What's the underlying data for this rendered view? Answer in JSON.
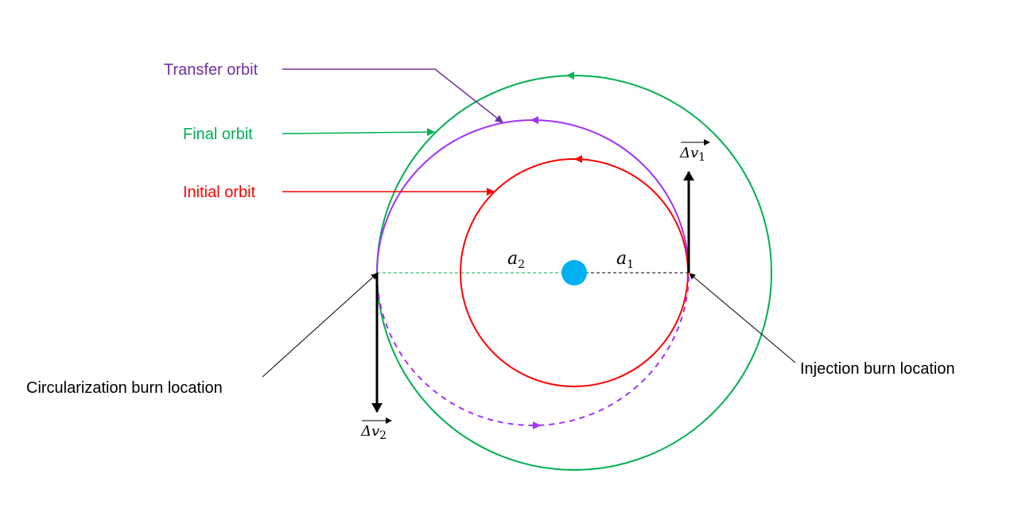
{
  "labels": {
    "transfer_orbit": "Transfer orbit",
    "final_orbit": "Final orbit",
    "initial_orbit": "Initial orbit",
    "circularization": "Circularization burn location",
    "injection": "Injection burn location",
    "a2": "a",
    "a2_sub": "2",
    "a1": "a",
    "a1_sub": "1",
    "dv1": "Δv",
    "dv1_sub": "1",
    "dv2": "Δv",
    "dv2_sub": "2"
  },
  "colors": {
    "transfer_text": "#7030A0",
    "transfer_line": "#A033FF",
    "final": "#00B050",
    "initial": "#FF0000",
    "planet": "#00B0F0"
  }
}
